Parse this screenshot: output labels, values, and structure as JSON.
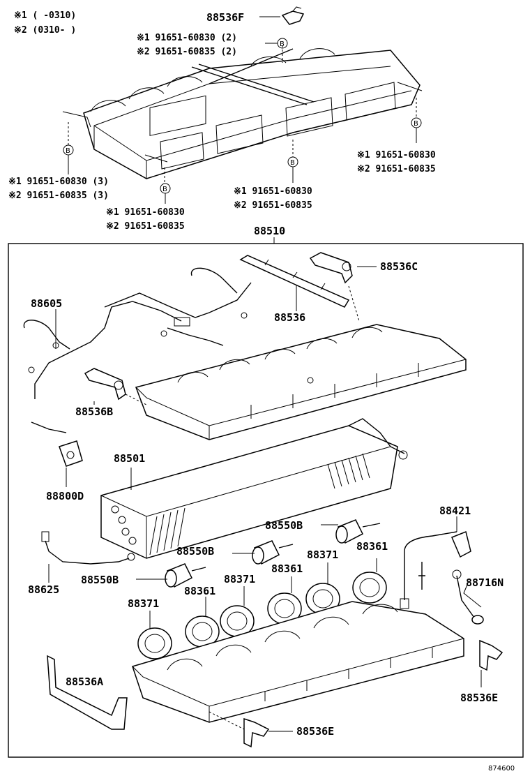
{
  "notes": {
    "note1": "※1 (      -0310)",
    "note2": "※2 (0310-      )"
  },
  "top_callouts": {
    "f_part": "88536F",
    "bolt_top_1": "※1 91651-60830 (2)",
    "bolt_top_2": "※2 91651-60835 (2)",
    "bolt_right_1": "※1 91651-60830",
    "bolt_right_2": "※2 91651-60835",
    "bolt_left_1": "※1 91651-60830 (3)",
    "bolt_left_2": "※2 91651-60835 (3)",
    "bolt_mid_1": "※1 91651-60830",
    "bolt_mid_2": "※2 91651-60835",
    "bolt_low_1": "※1 91651-60830",
    "bolt_low_2": "※2 91651-60835",
    "bolt_marker": "B"
  },
  "assembly": "88510",
  "parts": {
    "p88536C": "88536C",
    "p88605": "88605",
    "p88536": "88536",
    "p88536B": "88536B",
    "p88501": "88501",
    "p88800D": "88800D",
    "p88550B_1": "88550B",
    "p88421": "88421",
    "p88550B_2": "88550B",
    "p88371_1": "88371",
    "p88361_1": "88361",
    "p88625": "88625",
    "p88550B_3": "88550B",
    "p88371_2": "88371",
    "p88361_2": "88361",
    "p88716N": "88716N",
    "p88371_3": "88371",
    "p88361_3": "88361",
    "p88536A": "88536A",
    "p88536E_1": "88536E",
    "p88536E_2": "88536E"
  },
  "figure_number": "874600"
}
